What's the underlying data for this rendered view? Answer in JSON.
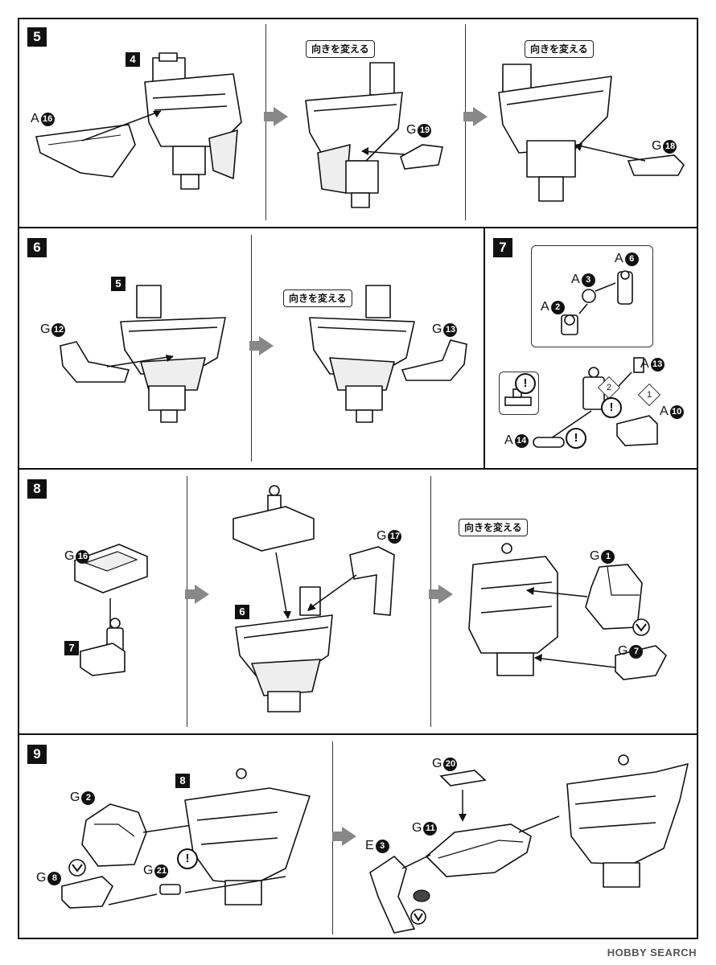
{
  "tooltip_text": "向きを変える",
  "watermark": "HOBBY SEARCH",
  "steps": {
    "s5": {
      "number": "5",
      "ref": "4",
      "labels": {
        "a16": {
          "letter": "A",
          "num": "16"
        },
        "g19": {
          "letter": "G",
          "num": "19"
        },
        "g18": {
          "letter": "G",
          "num": "18"
        }
      }
    },
    "s6": {
      "number": "6",
      "ref": "5",
      "labels": {
        "g12": {
          "letter": "G",
          "num": "12"
        },
        "g13": {
          "letter": "G",
          "num": "13"
        }
      }
    },
    "s7": {
      "number": "7",
      "labels": {
        "a6": {
          "letter": "A",
          "num": "6"
        },
        "a3": {
          "letter": "A",
          "num": "3"
        },
        "a2": {
          "letter": "A",
          "num": "2"
        },
        "a13": {
          "letter": "A",
          "num": "13"
        },
        "a10": {
          "letter": "A",
          "num": "10"
        },
        "a14": {
          "letter": "A",
          "num": "14"
        }
      },
      "order": {
        "first": "1",
        "second": "2"
      },
      "caution": "!"
    },
    "s8": {
      "number": "8",
      "ref_part": "7",
      "ref_body": "6",
      "labels": {
        "g16": {
          "letter": "G",
          "num": "16"
        },
        "g17": {
          "letter": "G",
          "num": "17"
        },
        "g1": {
          "letter": "G",
          "num": "1"
        },
        "g7": {
          "letter": "G",
          "num": "7"
        }
      }
    },
    "s9": {
      "number": "9",
      "ref": "8",
      "labels": {
        "g2": {
          "letter": "G",
          "num": "2"
        },
        "g8": {
          "letter": "G",
          "num": "8"
        },
        "g21": {
          "letter": "G",
          "num": "21"
        },
        "g20": {
          "letter": "G",
          "num": "20"
        },
        "g11": {
          "letter": "G",
          "num": "11"
        },
        "e3": {
          "letter": "E",
          "num": "3"
        }
      }
    }
  },
  "colors": {
    "line": "#111111",
    "flow_arrow": "#888888",
    "part_fill": "#ffffff",
    "part_shade": "#e6e6e6"
  }
}
